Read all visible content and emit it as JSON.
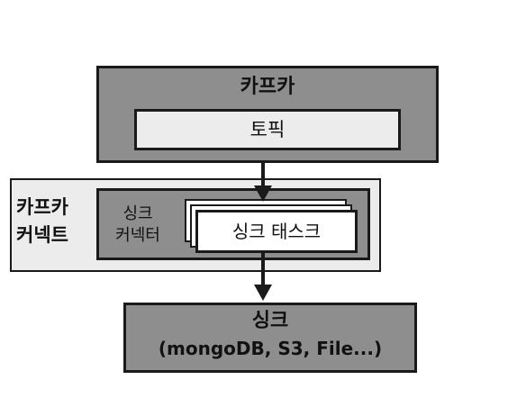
{
  "diagram": {
    "kafka": {
      "title": "카프카",
      "topic": "토픽"
    },
    "kafka_connect": {
      "label_line1": "카프카",
      "label_line2": "커넥트",
      "sink_connector": {
        "label_line1": "싱크",
        "label_line2": "커넥터",
        "sink_task": "싱크 태스크"
      }
    },
    "sink": {
      "title": "싱크",
      "subtitle": "(mongoDB, S3, File...)"
    },
    "colors": {
      "box_dark": "#8e8e8e",
      "box_light": "#ececec",
      "border": "#1a1a1a",
      "card": "#ffffff"
    }
  }
}
